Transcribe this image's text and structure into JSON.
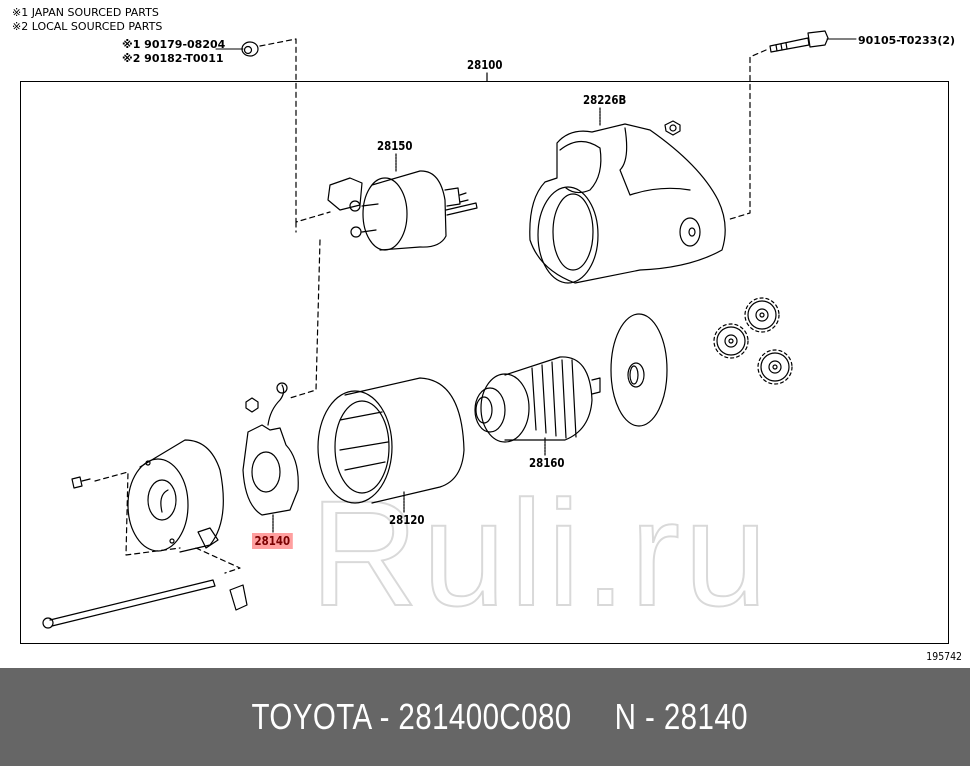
{
  "legend": {
    "line1": "※1 JAPAN SOURCED PARTS",
    "line2": "※2 LOCAL SOURCED PARTS"
  },
  "callouts": {
    "nut_japan": "※1 90179-08204",
    "nut_local": "※2 90182-T0011",
    "bolt": "90105-T0233(2)"
  },
  "parts": {
    "assembly": "28100",
    "solenoid": "28150",
    "housing": "28226B",
    "clutch": "28160",
    "yoke": "28120",
    "brush_holder": "28140"
  },
  "highlighted_part": "28140",
  "highlight_color": "#ff5050",
  "figure_id": "195742",
  "watermark": "Ruli.ru",
  "footer": {
    "text": "TOYOTA - 281400C080     N - 28140",
    "background": "#666666"
  }
}
